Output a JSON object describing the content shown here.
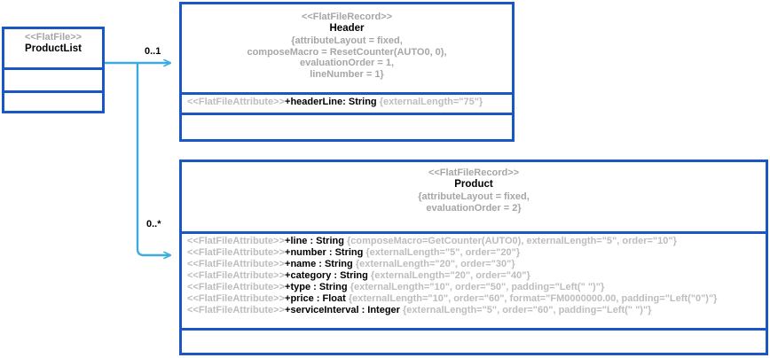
{
  "diagram": {
    "type": "uml-class-diagram",
    "accent_color": "#1a56c4",
    "connector_color": "#3cabe0",
    "stereotype_color": "#a6a6a6"
  },
  "classes": {
    "product_list": {
      "stereotype": "<<FlatFile>>",
      "name": "ProductList",
      "compartments": [
        "name",
        "attributes-empty",
        "operations-empty"
      ]
    },
    "header": {
      "stereotype": "<<FlatFileRecord>>",
      "name": "Header",
      "properties": "{attributeLayout = fixed,\ncomposeMacro = ResetCounter(AUTO0, 0),\nevaluationOrder = 1,\nlineNumber = 1}",
      "attributes": [
        {
          "stereotype": "<<FlatFileAttribute>>",
          "signature": "+headerLine: String",
          "tags": "{externalLength=\"75\"}"
        }
      ]
    },
    "product": {
      "stereotype": "<<FlatFileRecord>>",
      "name": "Product",
      "properties": "{attributeLayout = fixed,\nevaluationOrder = 2}",
      "attributes": [
        {
          "stereotype": "<<FlatFileAttribute>>",
          "signature": "+line : String",
          "tags": "{composeMacro=GetCounter(AUTO0), externalLength=\"5\", order=\"10\"}"
        },
        {
          "stereotype": "<<FlatFileAttribute>>",
          "signature": "+number : String",
          "tags": "{externalLength=\"5\", order=\"20\"}"
        },
        {
          "stereotype": "<<FlatFileAttribute>>",
          "signature": "+name : String",
          "tags": "{externalLength=\"20\", order=\"30\"}"
        },
        {
          "stereotype": "<<FlatFileAttribute>>",
          "signature": "+category : String",
          "tags": "{externalLength=\"20\", order=\"40\"}"
        },
        {
          "stereotype": "<<FlatFileAttribute>>",
          "signature": "+type : String",
          "tags": "{externalLength=\"10\", order=\"50\", padding=\"Left(\" \")\"}"
        },
        {
          "stereotype": "<<FlatFileAttribute>>",
          "signature": "+price : Float",
          "tags": "{externalLength=\"10\", order=\"60\", format=\"FM0000000.00, padding=\"Left(\"0\")\"}"
        },
        {
          "stereotype": "<<FlatFileAttribute>>",
          "signature": "+serviceInterval : Integer",
          "tags": "{externalLength=\"5\", order=\"60\", padding=\"Left(\" \")\"}"
        }
      ]
    }
  },
  "associations": [
    {
      "from": "ProductList",
      "to": "Header",
      "multiplicity": "0..1"
    },
    {
      "from": "ProductList",
      "to": "Product",
      "multiplicity": "0..*"
    }
  ]
}
